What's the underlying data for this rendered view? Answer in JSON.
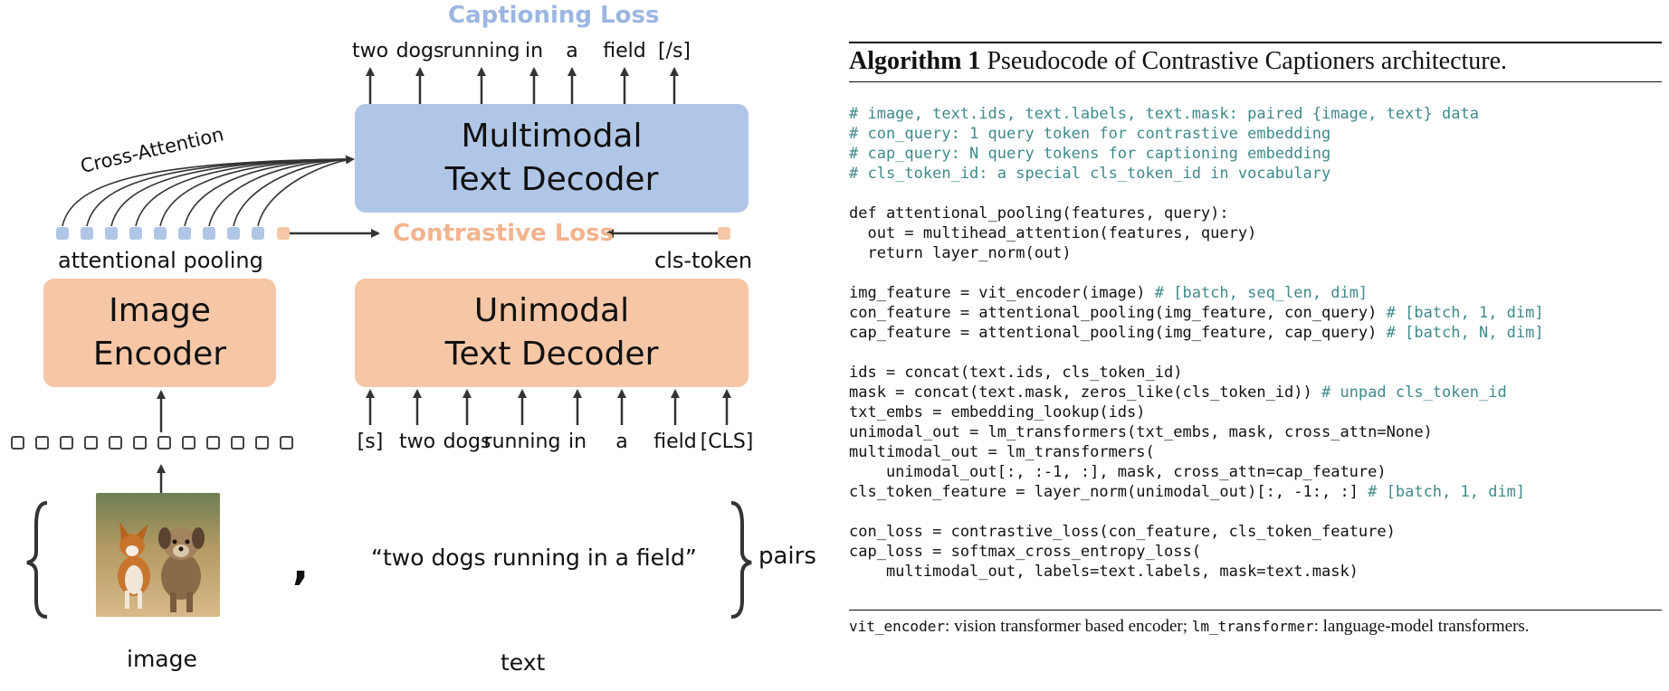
{
  "diagram": {
    "captioning_loss": "Captioning Loss",
    "contrastive_loss": "Contrastive Loss",
    "cross_attention": "Cross-Attention",
    "multimodal_decoder": [
      "Multimodal",
      "Text Decoder"
    ],
    "unimodal_decoder": [
      "Unimodal",
      "Text Decoder"
    ],
    "image_encoder": [
      "Image",
      "Encoder"
    ],
    "attentional_pooling": "attentional pooling",
    "cls_token": "cls-token",
    "output_tokens": [
      "two",
      "dogs",
      "running",
      "in",
      "a",
      "field",
      "[/s]"
    ],
    "input_tokens": [
      "[s]",
      "two",
      "dogs",
      "running",
      "in",
      "a",
      "field",
      "[CLS]"
    ],
    "caption_text": "“two dogs running in a field”",
    "pairs_label": "pairs",
    "image_label": "image",
    "text_label": "text",
    "comma": ",",
    "colors": {
      "blue": "#b0c6e6",
      "peach": "#f6c7a6",
      "blue_text": "#9cb6e2",
      "peach_text": "#f3b38c"
    }
  },
  "algorithm": {
    "title_bold": "Algorithm 1",
    "title_rest": " Pseudocode of Contrastive Captioners architecture.",
    "lines": [
      {
        "code": "",
        "comment": "# image, text.ids, text.labels, text.mask: paired {image, text} data"
      },
      {
        "code": "",
        "comment": "# con_query: 1 query token for contrastive embedding"
      },
      {
        "code": "",
        "comment": "# cap_query: N query tokens for captioning embedding"
      },
      {
        "code": "",
        "comment": "# cls_token_id: a special cls_token_id in vocabulary"
      },
      {
        "code": "",
        "comment": ""
      },
      {
        "code": "def attentional_pooling(features, query):",
        "comment": ""
      },
      {
        "code": "  out = multihead_attention(features, query)",
        "comment": ""
      },
      {
        "code": "  return layer_norm(out)",
        "comment": ""
      },
      {
        "code": "",
        "comment": ""
      },
      {
        "code": "img_feature = vit_encoder(image) ",
        "comment": "# [batch, seq_len, dim]"
      },
      {
        "code": "con_feature = attentional_pooling(img_feature, con_query) ",
        "comment": "# [batch, 1, dim]"
      },
      {
        "code": "cap_feature = attentional_pooling(img_feature, cap_query) ",
        "comment": "# [batch, N, dim]"
      },
      {
        "code": "",
        "comment": ""
      },
      {
        "code": "ids = concat(text.ids, cls_token_id)",
        "comment": ""
      },
      {
        "code": "mask = concat(text.mask, zeros_like(cls_token_id)) ",
        "comment": "# unpad cls_token_id"
      },
      {
        "code": "txt_embs = embedding_lookup(ids)",
        "comment": ""
      },
      {
        "code": "unimodal_out = lm_transformers(txt_embs, mask, cross_attn=None)",
        "comment": ""
      },
      {
        "code": "multimodal_out = lm_transformers(",
        "comment": ""
      },
      {
        "code": "    unimodal_out[:, :-1, :], mask, cross_attn=cap_feature)",
        "comment": ""
      },
      {
        "code": "cls_token_feature = layer_norm(unimodal_out)[:, -1:, :] ",
        "comment": "# [batch, 1, dim]"
      },
      {
        "code": "",
        "comment": ""
      },
      {
        "code": "con_loss = contrastive_loss(con_feature, cls_token_feature)",
        "comment": ""
      },
      {
        "code": "cap_loss = softmax_cross_entropy_loss(",
        "comment": ""
      },
      {
        "code": "    multimodal_out, labels=text.labels, mask=text.mask)",
        "comment": ""
      }
    ],
    "footnote": {
      "term1": "vit_encoder",
      "desc1": ": vision transformer based encoder; ",
      "term2": "lm_transformer",
      "desc2": ": language-model transformers."
    }
  }
}
